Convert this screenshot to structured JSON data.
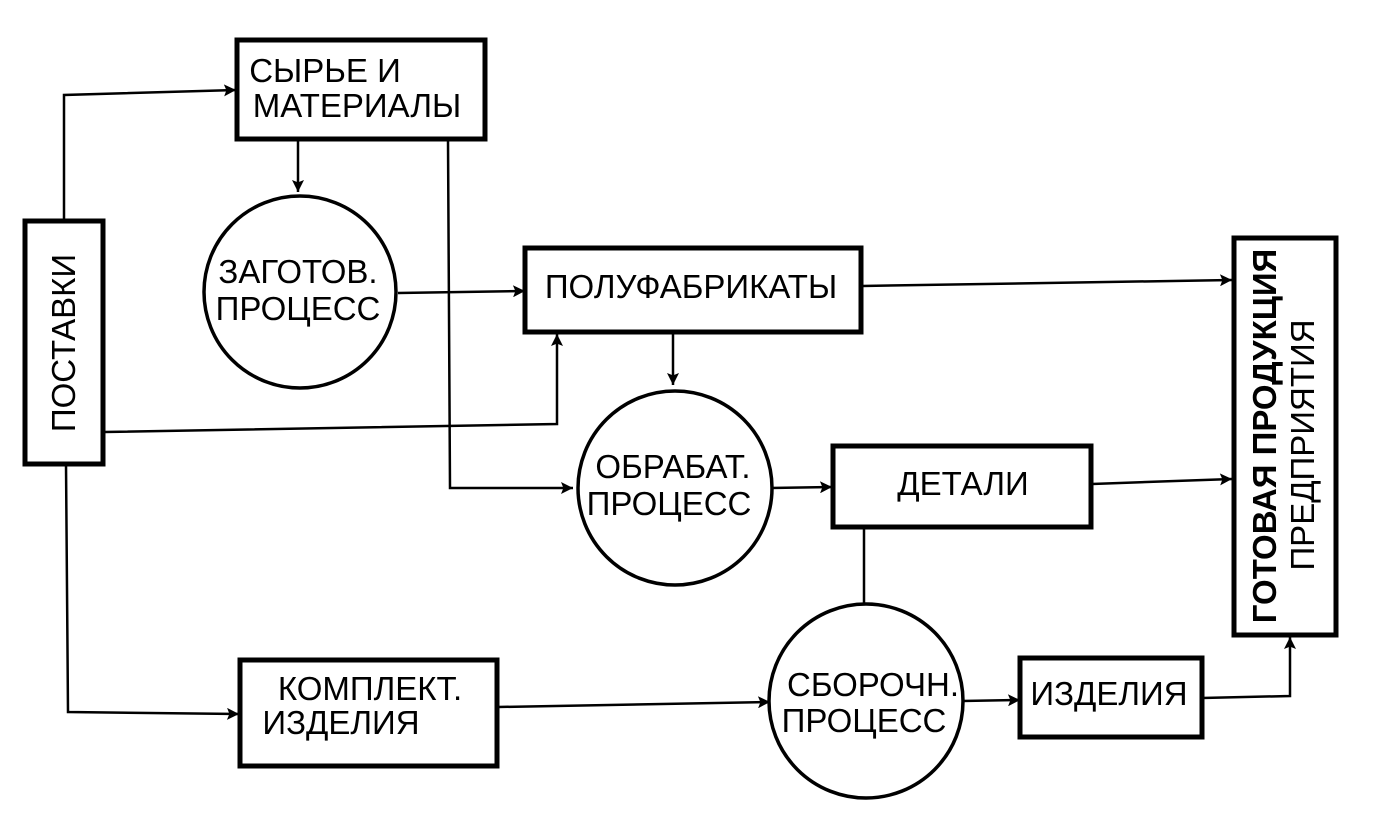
{
  "nodes": {
    "supplies": "ПОСТАВКИ",
    "raw_materials": [
      "СЫРЬЕ И",
      "МАТЕРИАЛЫ"
    ],
    "procurement_process": [
      "ЗАГОТОВ.",
      "ПРОЦЕСС"
    ],
    "semi_finished": "ПОЛУФАБРИКАТЫ",
    "machining_process": [
      "ОБРАБАТ.",
      "ПРОЦЕСС"
    ],
    "parts": "ДЕТАЛИ",
    "components": [
      "КОМПЛЕКТ.",
      "ИЗДЕЛИЯ"
    ],
    "assembly_process": [
      "СБОРОЧН.",
      "ПРОЦЕСС"
    ],
    "products": "ИЗДЕЛИЯ",
    "finished_output": [
      "ГОТОВАЯ ПРОДУКЦИЯ",
      "ПРЕДПРИЯТИЯ"
    ]
  }
}
